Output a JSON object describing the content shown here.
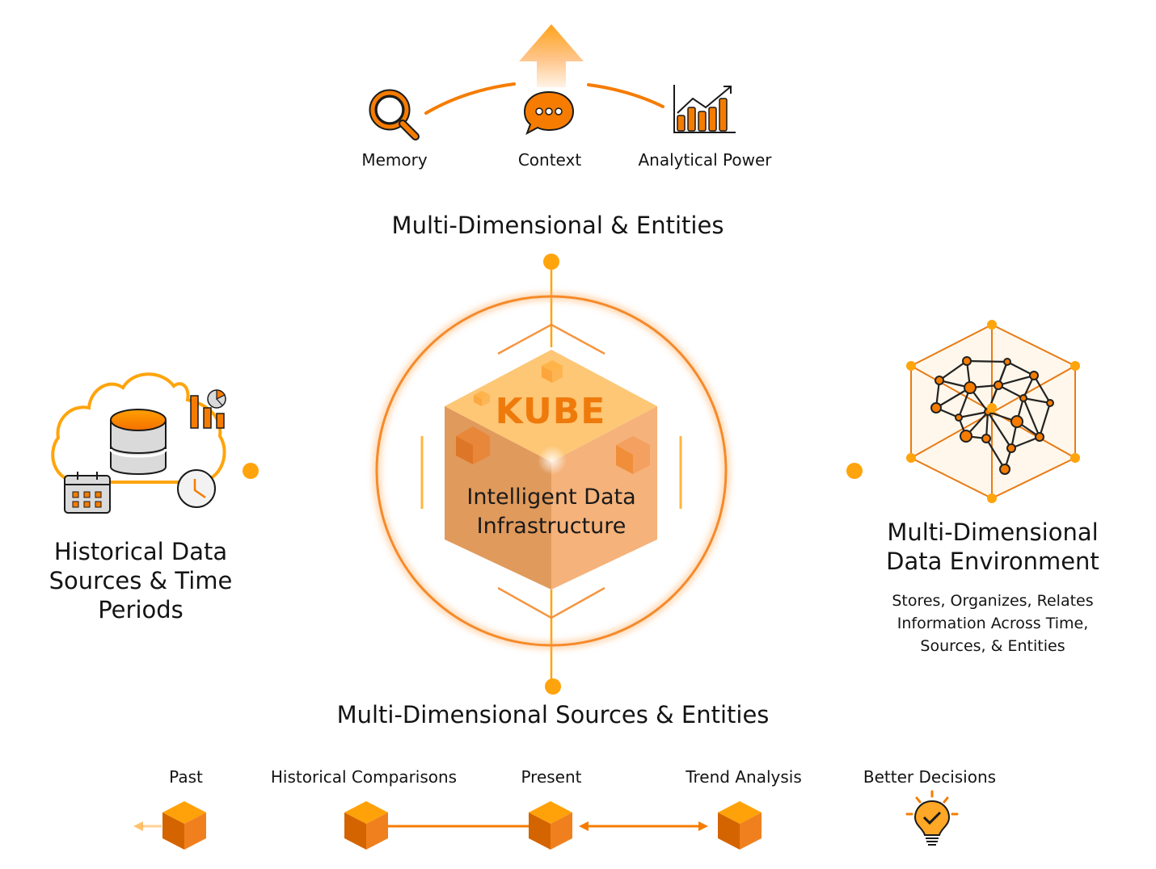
{
  "colors": {
    "accent": "#F57C00",
    "accent_light": "#FFA726",
    "accent_dot": "#FFA40C",
    "cube_top": "#FDC775",
    "cube_left": "#E09A5C",
    "cube_right": "#F5B27A",
    "text": "#141414"
  },
  "top_row": {
    "items": [
      {
        "label": "Memory",
        "icon": "magnifier-icon"
      },
      {
        "label": "Context",
        "icon": "chat-bubble-icon"
      },
      {
        "label": "Analytical Power",
        "icon": "bar-chart-trend-icon"
      }
    ],
    "arrow_icon": "up-arrow-icon"
  },
  "top_title": "Multi-Dimensional & Entities",
  "bottom_title": "Multi-Dimensional Sources & Entities",
  "center": {
    "brand": "KUBE",
    "subtitle_line1": "Intelligent Data",
    "subtitle_line2": "Infrastructure"
  },
  "left_node": {
    "title_line1": "Historical Data",
    "title_line2": "Sources & Time",
    "title_line3": "Periods",
    "icons": [
      "cloud-icon",
      "database-icon",
      "calendar-icon",
      "clock-icon",
      "bar-pie-chart-icon"
    ]
  },
  "right_node": {
    "title_line1": "Multi-Dimensional",
    "title_line2": "Data Environment",
    "desc_line1": "Stores, Organizes, Relates",
    "desc_line2": "Information Across Time,",
    "desc_line3": "Sources, & Entities",
    "icon": "network-brain-hexagon-icon"
  },
  "timeline": {
    "items": [
      {
        "label": "Past",
        "icon": "cube-icon"
      },
      {
        "label": "Historical Comparisons",
        "icon": "cube-icon"
      },
      {
        "label": "Present",
        "icon": "cube-icon"
      },
      {
        "label": "Trend Analysis",
        "icon": "cube-icon"
      },
      {
        "label": "Better Decisions",
        "icon": "lightbulb-check-icon"
      }
    ]
  }
}
